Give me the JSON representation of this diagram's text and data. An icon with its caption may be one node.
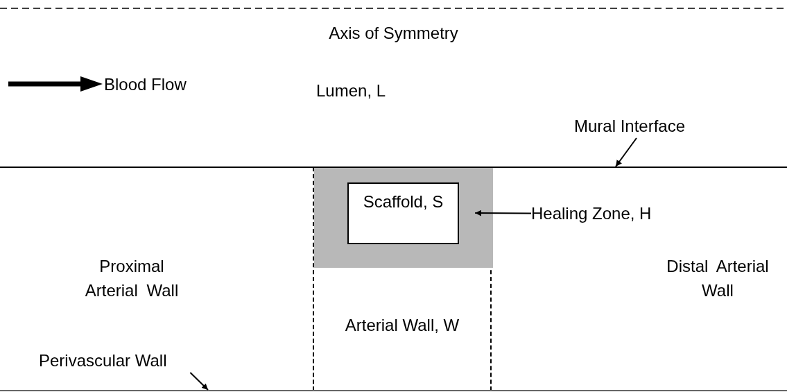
{
  "diagram": {
    "nodes": [
      {
        "text": [
          "Arterial Wall, W"
        ]
      },
      {
        "text": [],
        "shape": "box",
        "in": 0
      },
      {
        "text": [
          "Scaffold, S"
        ],
        "in": 1
      },
      {
        "text": [
          "Healing Zone, H"
        ]
      },
      {
        "text": [
          "Mural Interface"
        ]
      },
      {
        "text": [],
        "shape": "bar"
      },
      {
        "text": [
          "Perivascular Wall"
        ]
      },
      {
        "text": [],
        "shape": "bar"
      }
    ],
    "edges": [
      {
        "from": 3,
        "to": 1,
        "arrow": "to"
      },
      {
        "from": 4,
        "to": 5,
        "arrow": "to"
      },
      {
        "from": 6,
        "to": 7,
        "arrow": "to"
      }
    ],
    "labels": [
      "Axis of Symmetry",
      "Blood Flow",
      "Lumen, L",
      "Proximal Arterial Wall",
      "Distal Arterial Wall"
    ]
  }
}
